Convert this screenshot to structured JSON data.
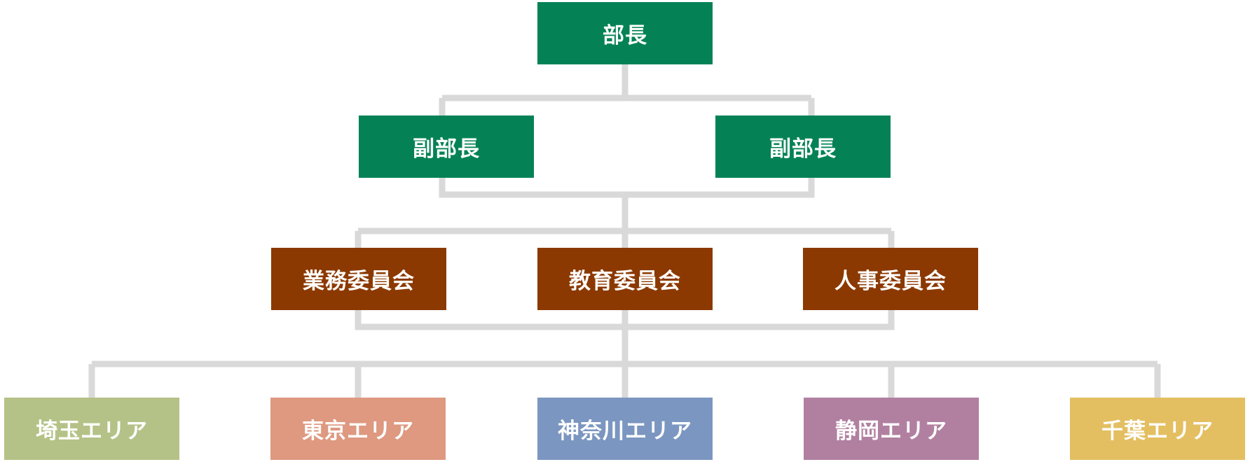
{
  "org_chart": {
    "head": {
      "label": "部長",
      "color": "#048256"
    },
    "deputies": [
      {
        "label": "副部長",
        "color": "#048256"
      },
      {
        "label": "副部長",
        "color": "#048256"
      }
    ],
    "committees": [
      {
        "label": "業務委員会",
        "color": "#8b3900"
      },
      {
        "label": "教育委員会",
        "color": "#8b3900"
      },
      {
        "label": "人事委員会",
        "color": "#8b3900"
      }
    ],
    "areas": [
      {
        "label": "埼玉エリア",
        "color": "#b4c287"
      },
      {
        "label": "東京エリア",
        "color": "#de9980"
      },
      {
        "label": "神奈川エリア",
        "color": "#7b96c0"
      },
      {
        "label": "静岡エリア",
        "color": "#b180a0"
      },
      {
        "label": "千葉エリア",
        "color": "#e3bf62"
      }
    ],
    "connector_color": "#d9d9d9"
  }
}
